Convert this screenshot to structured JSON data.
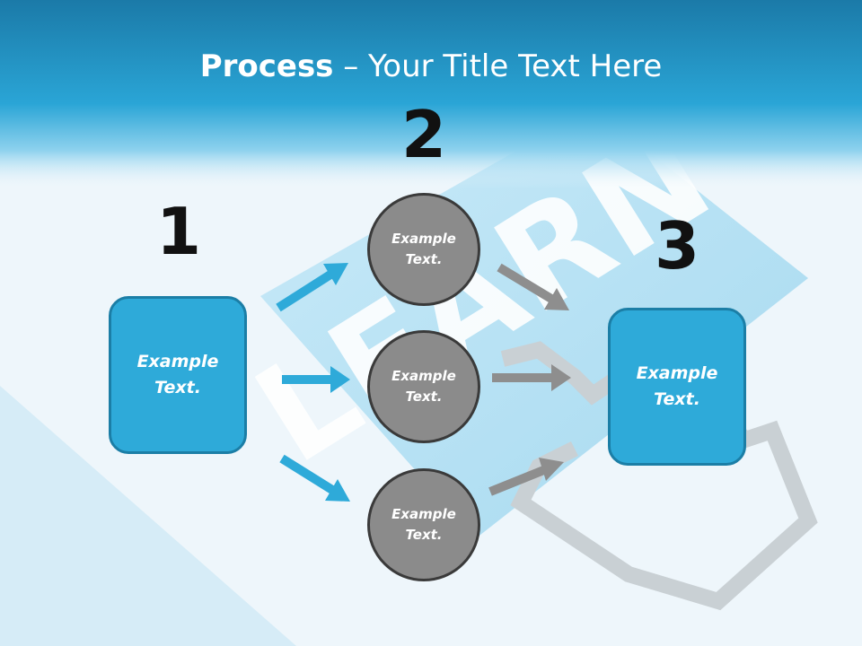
{
  "slide": {
    "title_bold": "Process",
    "title_rest": " – Your Title Text Here",
    "background_word": "LEARN",
    "colors": {
      "banner": "#1f9fcf",
      "box": "#2eaad9",
      "box_border": "#1b7ea6",
      "circle": "#8b8b8b",
      "circle_border": "#3a3a3a",
      "blue_arrow": "#2eaad9",
      "gray_arrow": "#8e8e8e"
    }
  },
  "steps": [
    {
      "number": "1",
      "label": "Example\nText."
    },
    {
      "number": "2",
      "label": ""
    },
    {
      "number": "3",
      "label": "Example\nText."
    }
  ],
  "circles": [
    {
      "label": "Example\nText."
    },
    {
      "label": "Example\nText."
    },
    {
      "label": "Example\nText."
    }
  ]
}
